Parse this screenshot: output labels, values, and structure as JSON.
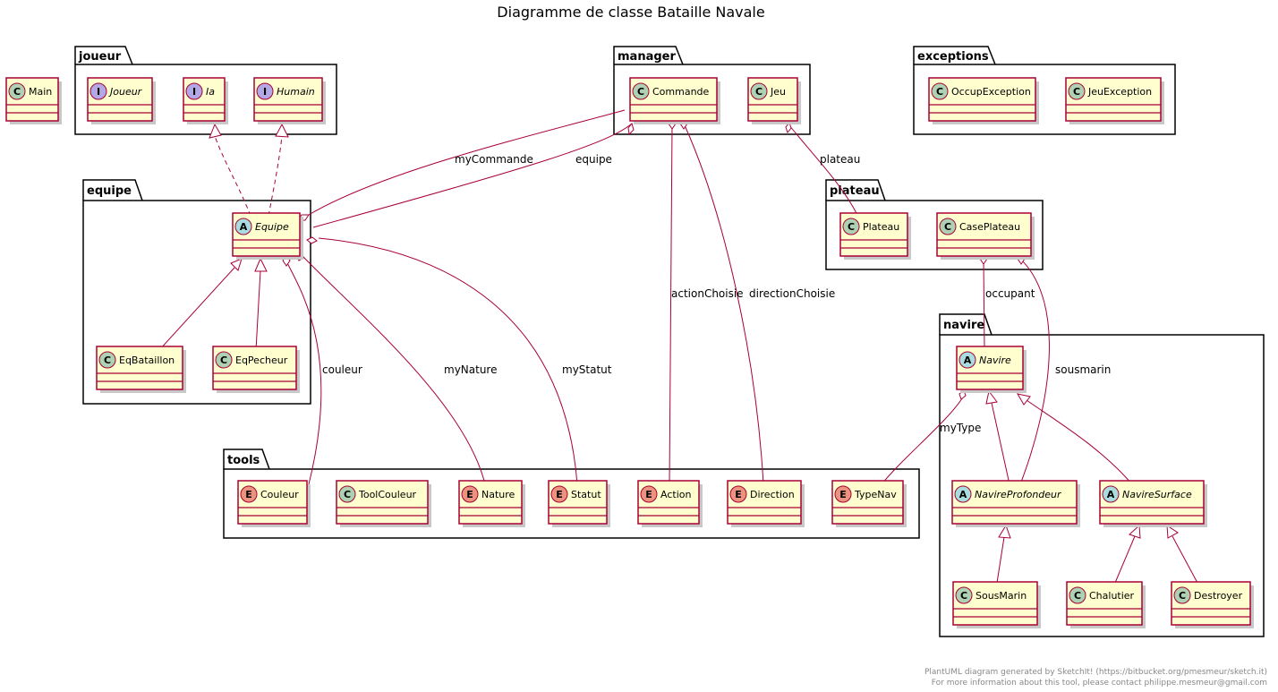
{
  "title": "Diagramme de classe Bataille Navale",
  "footer": {
    "line1": "PlantUML diagram generated by SketchIt! (https://bitbucket.org/pmesmeur/sketch.it)",
    "line2": "For more information about this tool, please contact philippe.mesmeur@gmail.com"
  },
  "colors": {
    "class_fill": "#FEFECE",
    "class_border": "#A80036",
    "class_circle": "#ADD1B2",
    "interface_circle": "#B4A7E5",
    "abstract_circle": "#A9DCDF",
    "enum_circle": "#EB937F"
  },
  "packages": {
    "joueur": "joueur",
    "manager": "manager",
    "exceptions": "exceptions",
    "equipe": "equipe",
    "plateau": "plateau",
    "navire": "navire",
    "tools": "tools"
  },
  "classes": {
    "main": {
      "name": "Main",
      "kind": "class",
      "letter": "C"
    },
    "joueur_iface": {
      "name": "Joueur",
      "kind": "interface",
      "letter": "I"
    },
    "ia": {
      "name": "Ia",
      "kind": "interface",
      "letter": "I"
    },
    "humain": {
      "name": "Humain",
      "kind": "interface",
      "letter": "I"
    },
    "commande": {
      "name": "Commande",
      "kind": "class",
      "letter": "C"
    },
    "jeu": {
      "name": "Jeu",
      "kind": "class",
      "letter": "C"
    },
    "occupexception": {
      "name": "OccupException",
      "kind": "class",
      "letter": "C"
    },
    "jeuexception": {
      "name": "JeuException",
      "kind": "class",
      "letter": "C"
    },
    "equipe": {
      "name": "Equipe",
      "kind": "abstract",
      "letter": "A"
    },
    "eqbataillon": {
      "name": "EqBataillon",
      "kind": "class",
      "letter": "C"
    },
    "eqpecheur": {
      "name": "EqPecheur",
      "kind": "class",
      "letter": "C"
    },
    "plateau": {
      "name": "Plateau",
      "kind": "class",
      "letter": "C"
    },
    "caseplateau": {
      "name": "CasePlateau",
      "kind": "class",
      "letter": "C"
    },
    "navire": {
      "name": "Navire",
      "kind": "abstract",
      "letter": "A"
    },
    "navireprofondeur": {
      "name": "NavireProfondeur",
      "kind": "abstract",
      "letter": "A"
    },
    "naviresurface": {
      "name": "NavireSurface",
      "kind": "abstract",
      "letter": "A"
    },
    "sousmarin": {
      "name": "SousMarin",
      "kind": "class",
      "letter": "C"
    },
    "chalutier": {
      "name": "Chalutier",
      "kind": "class",
      "letter": "C"
    },
    "destroyer": {
      "name": "Destroyer",
      "kind": "class",
      "letter": "C"
    },
    "couleur": {
      "name": "Couleur",
      "kind": "enum",
      "letter": "E"
    },
    "toolcouleur": {
      "name": "ToolCouleur",
      "kind": "class",
      "letter": "C"
    },
    "nature": {
      "name": "Nature",
      "kind": "enum",
      "letter": "E"
    },
    "statut": {
      "name": "Statut",
      "kind": "enum",
      "letter": "E"
    },
    "action": {
      "name": "Action",
      "kind": "enum",
      "letter": "E"
    },
    "direction": {
      "name": "Direction",
      "kind": "enum",
      "letter": "E"
    },
    "typenav": {
      "name": "TypeNav",
      "kind": "enum",
      "letter": "E"
    }
  },
  "relations": {
    "myCommande": "myCommande",
    "equipe": "equipe",
    "plateau": "plateau",
    "actionChoisie": "actionChoisie",
    "directionChoisie": "directionChoisie",
    "occupant": "occupant",
    "couleur": "couleur",
    "myNature": "myNature",
    "myStatut": "myStatut",
    "sousmarin": "sousmarin",
    "myType": "myType"
  }
}
